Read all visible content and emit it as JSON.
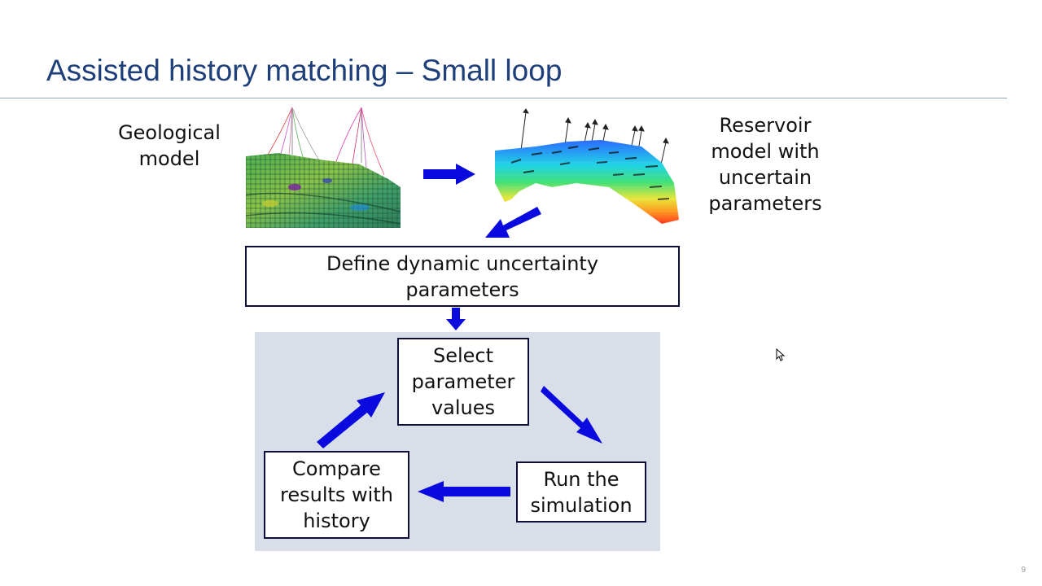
{
  "slide": {
    "title": "Assisted history matching – Small loop",
    "page_number": "9"
  },
  "labels": {
    "geological_model": "Geological\nmodel",
    "reservoir_model": "Reservoir\nmodel with\nuncertain\nparameters"
  },
  "boxes": {
    "define": "Define dynamic uncertainty\nparameters",
    "select": "Select\nparameter\nvalues",
    "run": "Run the\nsimulation",
    "compare": "Compare\nresults with\nhistory"
  },
  "colors": {
    "title": "#1e3f7a",
    "arrow": "#0a0adf",
    "loop_background": "#d9dfe8",
    "box_border": "#0e0e3a"
  },
  "icons": {
    "geological_model_image": "geological-model-3d-grid",
    "reservoir_model_image": "reservoir-model-3d-grid",
    "cursor": "mouse-pointer-icon"
  }
}
